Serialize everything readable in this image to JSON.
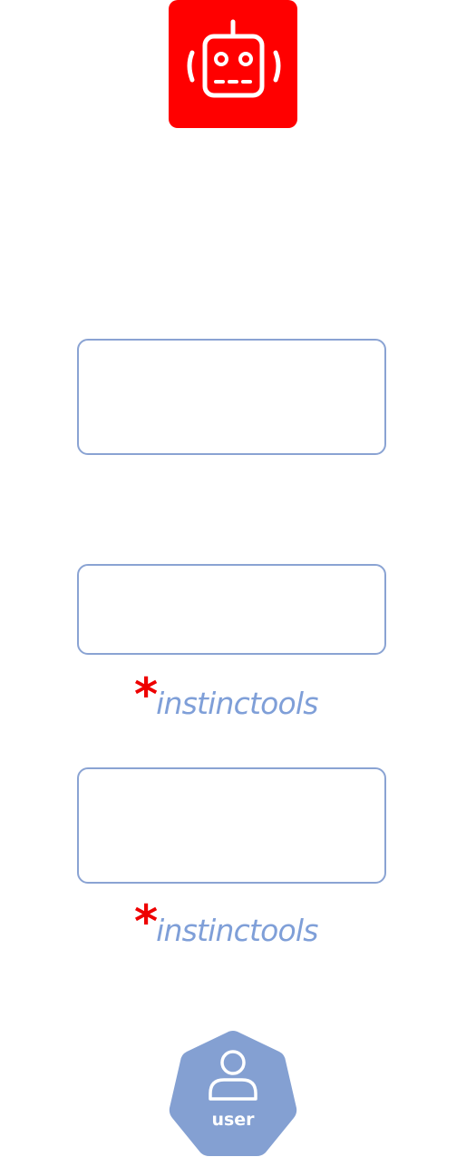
{
  "colors": {
    "bot_tile": "#ff0000",
    "box_border": "#8aa3d3",
    "logo_text": "#7f9fd8",
    "logo_star": "#ee0000",
    "user_node": "#84a0d2"
  },
  "icons": {
    "bot": "robot-icon",
    "user": "user-icon"
  },
  "logos": [
    {
      "star": "*",
      "text": "instinctools"
    },
    {
      "star": "*",
      "text": "instinctools"
    }
  ],
  "user": {
    "label": "user"
  }
}
